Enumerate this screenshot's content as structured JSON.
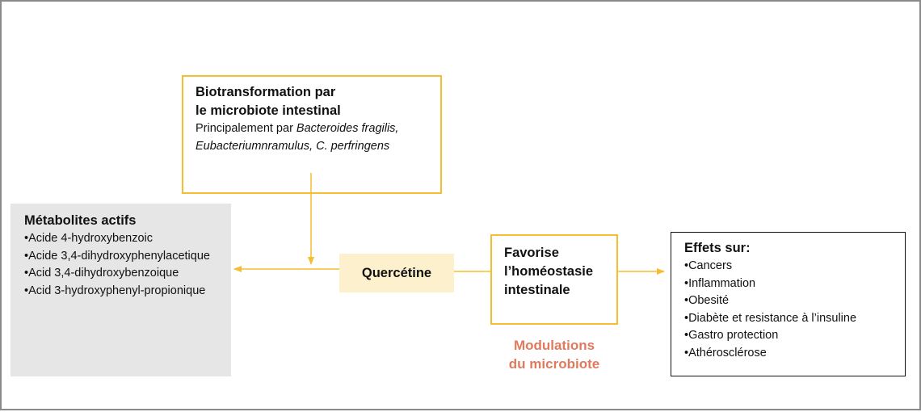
{
  "biotransformation": {
    "title_lines": [
      "Biotransformation par",
      "le microbiote intestinal"
    ],
    "desc_prefix": "Principalement par ",
    "desc_italic": "Bacteroides fragilis, Eubacteriumnramulus, C. perfringens"
  },
  "metabolites": {
    "title": "Métabolites actifs",
    "items": [
      "•Acide 4-hydroxybenzoic",
      "•Acide 3,4-dihydroxyphenylacetique",
      "•Acid 3,4-dihydroxybenzoique",
      "•Acid 3-hydroxyphenyl-propionique"
    ]
  },
  "quercetine": {
    "label": "Quercétine"
  },
  "homeostasie": {
    "lines": [
      "Favorise",
      "l’homéostasie",
      "intestinale"
    ]
  },
  "modulation": {
    "lines": [
      "Modulations",
      "du microbiote"
    ]
  },
  "effets": {
    "title": "Effets sur:",
    "items": [
      "•Cancers",
      "•Inflammation",
      "•Obesité",
      "•Diabète et resistance à l’insuline",
      "•Gastro protection",
      "•Athérosclérose"
    ]
  },
  "colors": {
    "accent_border": "#f5bd2f",
    "quercetine_fill": "#fdf0cc",
    "metabolites_fill": "#e6e6e6",
    "modulation_text": "#e07a5f"
  }
}
